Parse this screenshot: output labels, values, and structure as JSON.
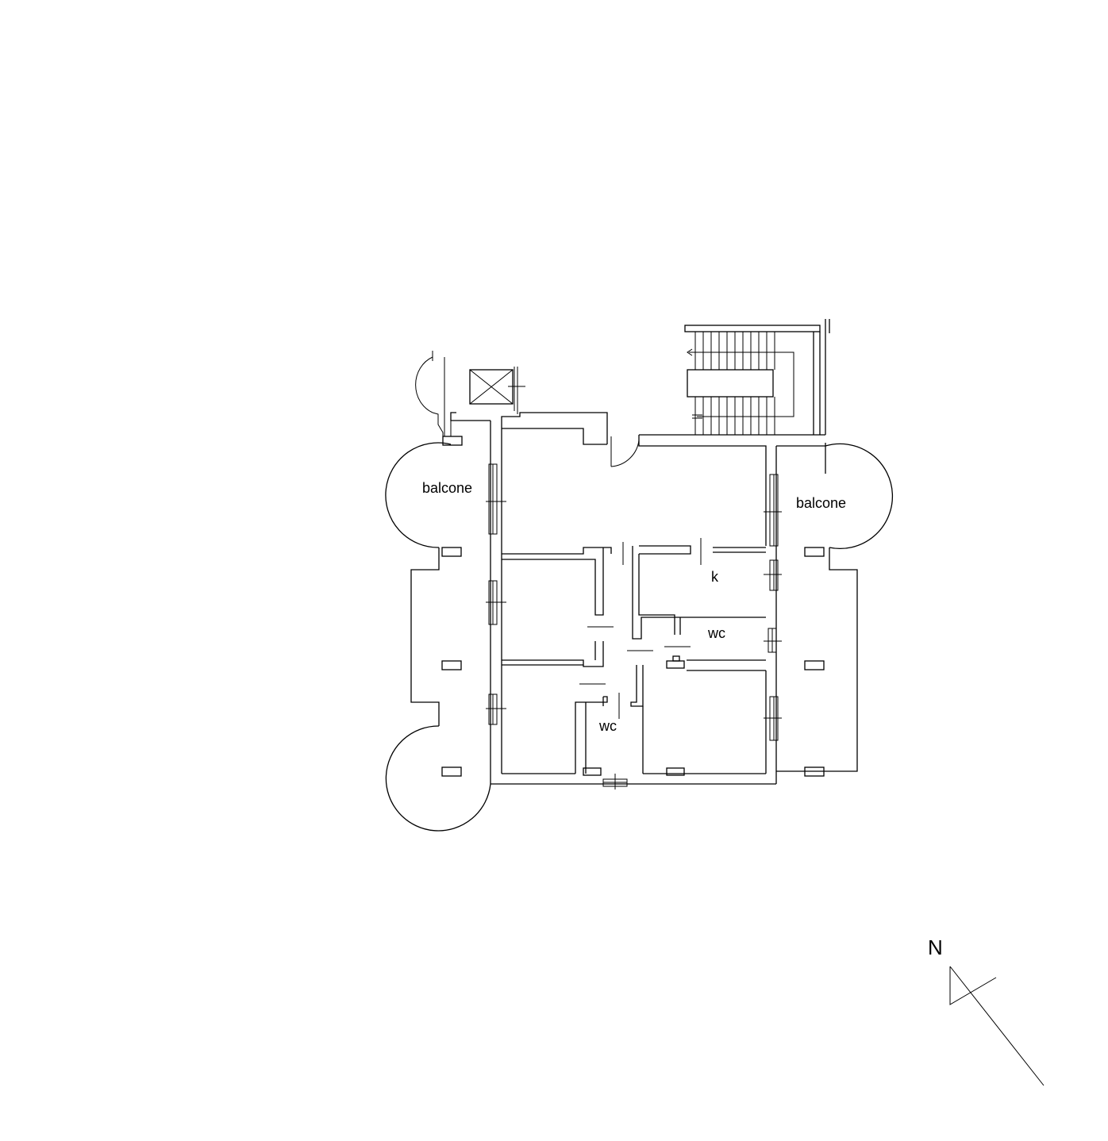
{
  "labels": {
    "balcone_left": "balcone",
    "balcone_right": "balcone",
    "kitchen": "k",
    "wc_upper": "wc",
    "wc_lower": "wc",
    "north": "N"
  },
  "colors": {
    "ink": "#000000",
    "background": "#ffffff"
  }
}
